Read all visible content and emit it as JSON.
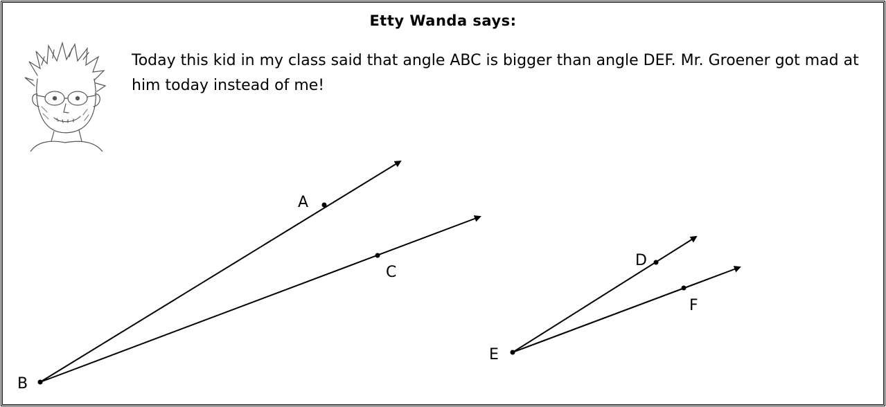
{
  "header": {
    "title": "Etty Wanda says:"
  },
  "speech": {
    "text": "Today this kid in my class said that angle ABC is bigger than angle DEF. Mr. Groener got mad at him today instead of me!"
  },
  "portrait": {
    "icon": "sketched-kid-portrait-icon"
  },
  "diagram": {
    "angle_abc": {
      "points": {
        "A": "A",
        "B": "B",
        "C": "C"
      }
    },
    "angle_def": {
      "points": {
        "D": "D",
        "E": "E",
        "F": "F"
      }
    },
    "line_color": "#000000"
  }
}
